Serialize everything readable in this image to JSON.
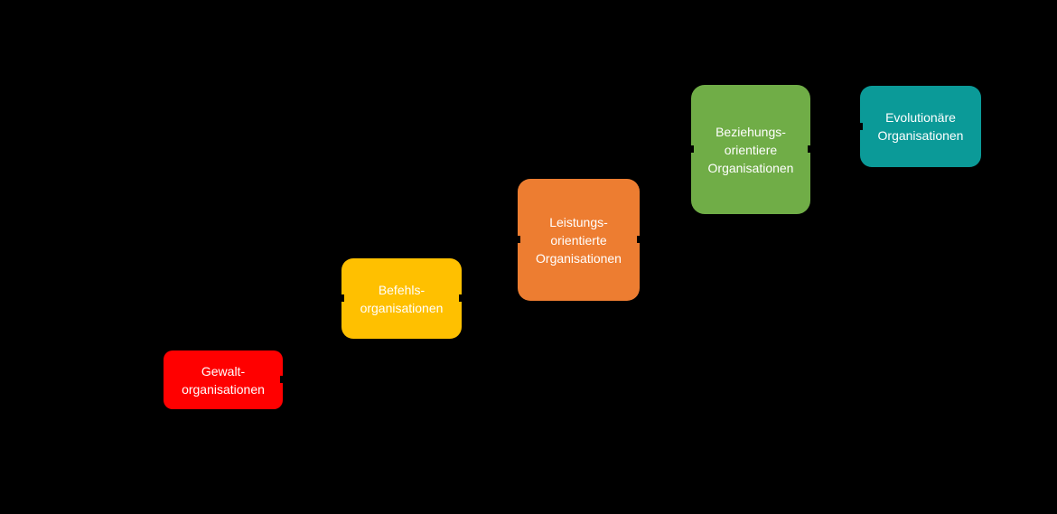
{
  "canvas": {
    "background": "#000000",
    "text_color": "#FFFFFF"
  },
  "diagram": {
    "type": "staircase-steps",
    "stages": [
      {
        "id": "gewaltorganisationen",
        "label": "Gewalt-\norganisationen",
        "color": "#FF0000"
      },
      {
        "id": "befehlsorganisationen",
        "label": "Befehls-\norganisationen",
        "color": "#FFC000"
      },
      {
        "id": "leistungsorganisationen",
        "label": "Leistungs-\norientierte\nOrganisationen",
        "color": "#ED7D31"
      },
      {
        "id": "beziehungsorganisationen",
        "label": "Beziehungs-\norientiere\nOrganisationen",
        "color": "#70AD47"
      },
      {
        "id": "evolutionaere",
        "label": "Evolutionäre\nOrganisationen",
        "color": "#0B9A98"
      }
    ]
  }
}
